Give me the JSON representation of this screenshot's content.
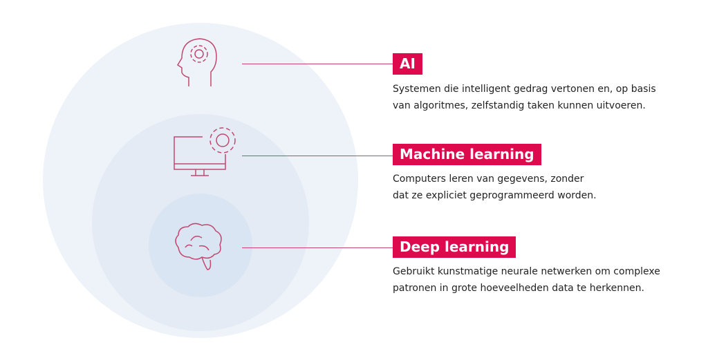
{
  "items": [
    {
      "title": "AI",
      "desc_lines": [
        "Systemen die intelligent gedrag vertonen en, op basis",
        "van algoritmes, zelfstandig taken kunnen uitvoeren."
      ],
      "icon": "head-gear-icon"
    },
    {
      "title": "Machine learning",
      "desc_lines": [
        "Computers leren van gegevens, zonder",
        "dat ze expliciet geprogrammeerd worden."
      ],
      "icon": "monitor-gear-icon"
    },
    {
      "title": "Deep learning",
      "desc_lines": [
        "Gebruikt kunstmatige neurale netwerken om complexe",
        "patronen in grote hoeveelheden data te herkennen."
      ],
      "icon": "brain-icon"
    }
  ],
  "colors": {
    "accent": "#de0a4e",
    "icon_stroke": "#c2476f"
  }
}
